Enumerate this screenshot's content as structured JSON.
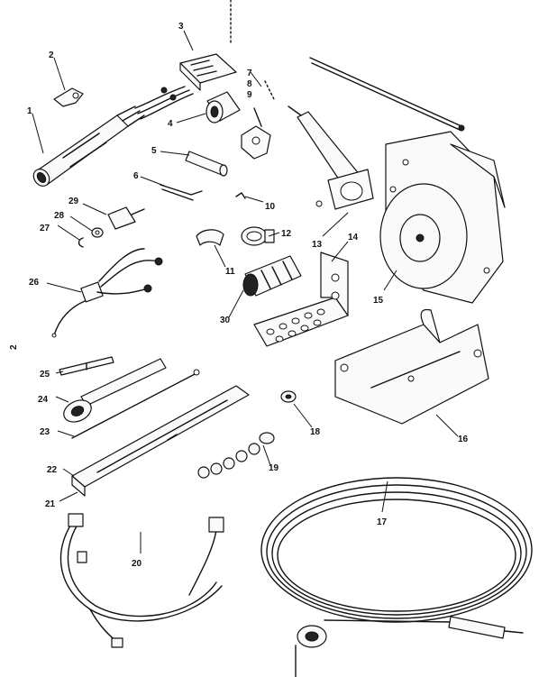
{
  "callouts": {
    "c1": "1",
    "c2": "2",
    "c3": "3",
    "c4": "4",
    "c5": "5",
    "c6": "6",
    "c7": "7",
    "c8": "8",
    "c9": "9",
    "c10": "10",
    "c11": "11",
    "c12": "12",
    "c13": "13",
    "c14": "14",
    "c15": "15",
    "c16": "16",
    "c17": "17",
    "c18": "18",
    "c19": "19",
    "c20": "20",
    "c21": "21",
    "c22": "22",
    "c23": "23",
    "c24": "24",
    "c25": "25",
    "c26": "26",
    "c27": "27",
    "c28": "28",
    "c29": "29",
    "c30": "30"
  },
  "margin_mark": "2"
}
